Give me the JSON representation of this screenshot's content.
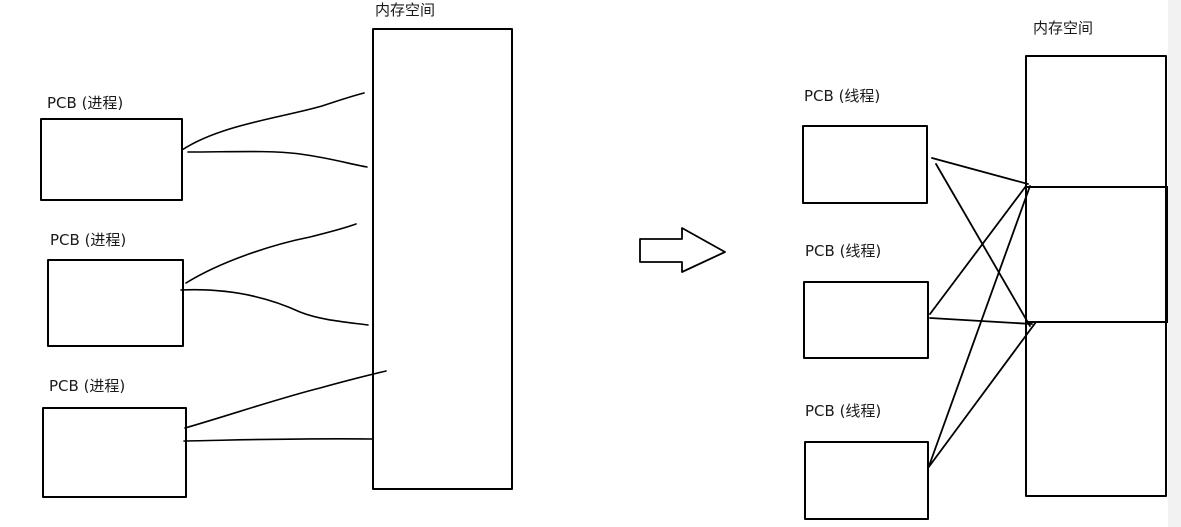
{
  "left_panel": {
    "memory_label": "内存空间",
    "pcb_labels": [
      "PCB (进程)",
      "PCB (进程)",
      "PCB (进程)"
    ]
  },
  "right_panel": {
    "memory_label": "内存空间",
    "pcb_labels": [
      "PCB (线程)",
      "PCB (线程)",
      "PCB (线程)"
    ]
  },
  "transition_arrow": "right-arrow-icon",
  "colors": {
    "stroke": "#000000",
    "text": "#1a1a1a",
    "background": "#ffffff"
  }
}
